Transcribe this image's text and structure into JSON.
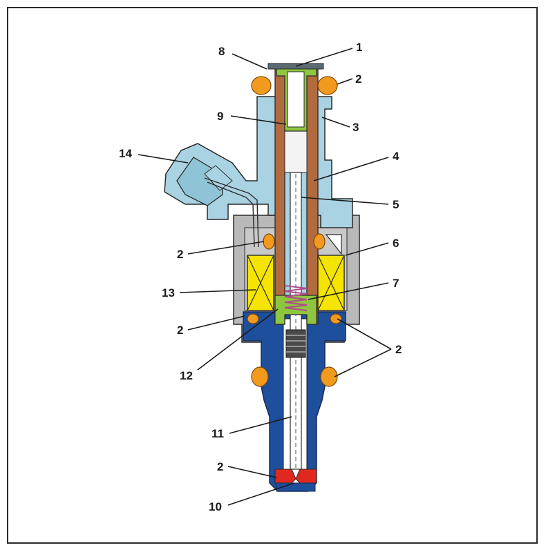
{
  "figure": {
    "labels": [
      {
        "id": "l1",
        "text": "1"
      },
      {
        "id": "l2a",
        "text": "2"
      },
      {
        "id": "l3",
        "text": "3"
      },
      {
        "id": "l4",
        "text": "4"
      },
      {
        "id": "l5",
        "text": "5"
      },
      {
        "id": "l6",
        "text": "6"
      },
      {
        "id": "l7",
        "text": "7"
      },
      {
        "id": "l2b",
        "text": "2"
      },
      {
        "id": "l8",
        "text": "8"
      },
      {
        "id": "l9",
        "text": "9"
      },
      {
        "id": "l14",
        "text": "14"
      },
      {
        "id": "l2c",
        "text": "2"
      },
      {
        "id": "l13",
        "text": "13"
      },
      {
        "id": "l2d",
        "text": "2"
      },
      {
        "id": "l12",
        "text": "12"
      },
      {
        "id": "l11",
        "text": "11"
      },
      {
        "id": "l2e",
        "text": "2"
      },
      {
        "id": "l10",
        "text": "10"
      }
    ]
  },
  "colors": {
    "housing_light_blue": "#a9d3e2",
    "body_dark_blue": "#1e4f9c",
    "core_brown": "#b26a3f",
    "insert_green": "#8fc63f",
    "seal_orange": "#f29a1e",
    "coil_yellow": "#f5e400",
    "jacket_gray": "#b9b9b9",
    "nozzle_red": "#e0281e",
    "needle_white": "#ffffff",
    "spring_purple": "#b04a8a"
  }
}
